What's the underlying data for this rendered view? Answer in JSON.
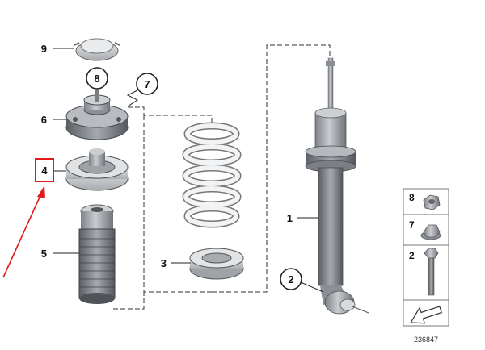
{
  "callouts": {
    "c9": "9",
    "c8": "8",
    "c7": "7",
    "c6": "6",
    "c4": "4",
    "c5": "5",
    "c3": "3",
    "c1": "1",
    "c2": "2"
  },
  "legend": {
    "row1": "8",
    "row2": "7",
    "row3": "2"
  },
  "reference_number": "236847",
  "colors": {
    "highlight": "#e11a1a",
    "part_grey": "#9a9ea3",
    "outline": "#555a5f"
  }
}
